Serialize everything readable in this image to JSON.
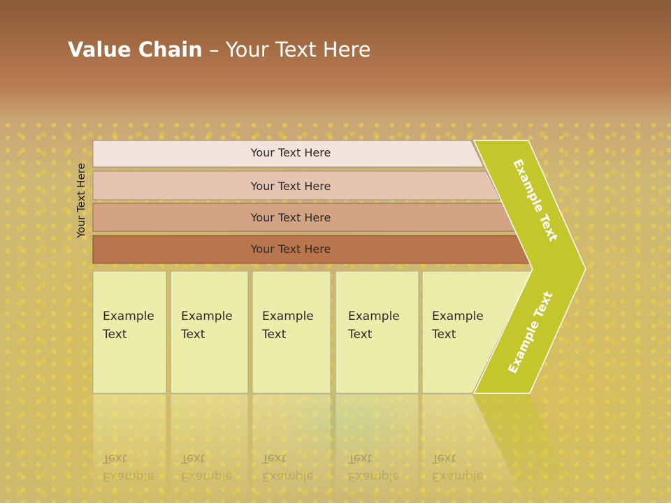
{
  "title": {
    "bold": "Value Chain",
    "rest": " – Your Text Here"
  },
  "side_label": "Your Text Here",
  "bands": [
    {
      "label": "Your Text Here",
      "color": "#f2e4dd"
    },
    {
      "label": "Your Text Here",
      "color": "#e5c4b2"
    },
    {
      "label": "Your Text Here",
      "color": "#d4a383"
    },
    {
      "label": "Your Text Here",
      "color": "#b9754b"
    }
  ],
  "columns": [
    {
      "line1": "Example",
      "line2": "Text"
    },
    {
      "line1": "Example",
      "line2": "Text"
    },
    {
      "line1": "Example",
      "line2": "Text"
    },
    {
      "line1": "Example",
      "line2": "Text"
    },
    {
      "line1": "Example",
      "line2": "Text"
    }
  ],
  "chevron": {
    "upper": "Example Text",
    "lower": "Example Text",
    "color": "#c4c72c"
  },
  "column_color": "#ededab"
}
